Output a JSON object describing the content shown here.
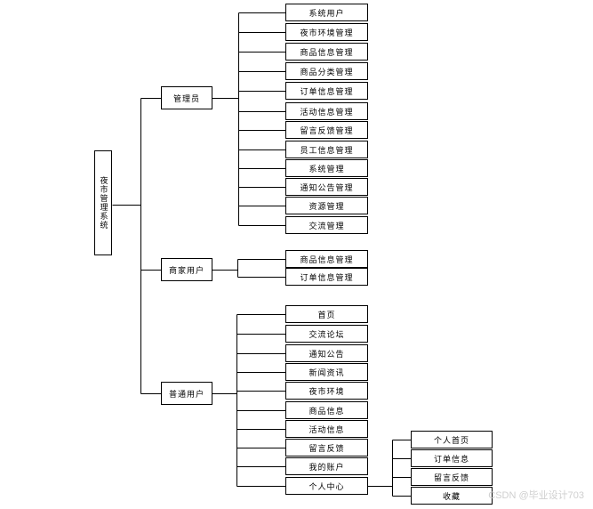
{
  "root": {
    "label": "夜市管理系统"
  },
  "branches": {
    "admin": {
      "label": "管理员",
      "children": [
        "系统用户",
        "夜市环境管理",
        "商品信息管理",
        "商品分类管理",
        "订单信息管理",
        "活动信息管理",
        "留言反馈管理",
        "员工信息管理",
        "系统管理",
        "通知公告管理",
        "资源管理",
        "交流管理"
      ]
    },
    "merchant": {
      "label": "商家用户",
      "children": [
        "商品信息管理",
        "订单信息管理"
      ]
    },
    "user": {
      "label": "普通用户",
      "children": [
        "首页",
        "交流论坛",
        "通知公告",
        "新闻资讯",
        "夜市环境",
        "商品信息",
        "活动信息",
        "留言反馈",
        "我的账户",
        "个人中心"
      ]
    },
    "personal_center": {
      "label": "个人中心",
      "children": [
        "个人首页",
        "订单信息",
        "留言反馈",
        "收藏"
      ]
    }
  },
  "watermark": "CSDN @毕业设计703"
}
